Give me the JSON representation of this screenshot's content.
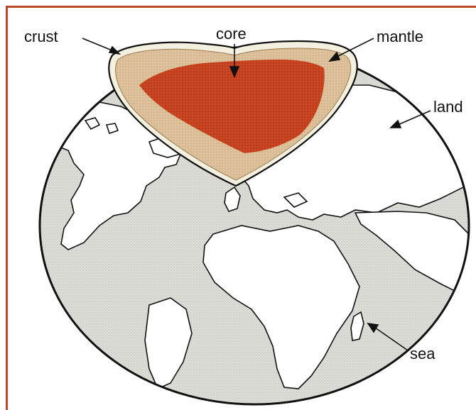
{
  "labels": {
    "crust": "crust",
    "core": "core",
    "mantle": "mantle",
    "land": "land",
    "sea": "sea"
  },
  "colors": {
    "frame": "#b8472b",
    "core": "#c8431f",
    "mantle": "#dcc09a",
    "crust": "#f4f0e0",
    "land": "#ffffff",
    "sea": "#dcdcd8",
    "outline": "#111111"
  }
}
